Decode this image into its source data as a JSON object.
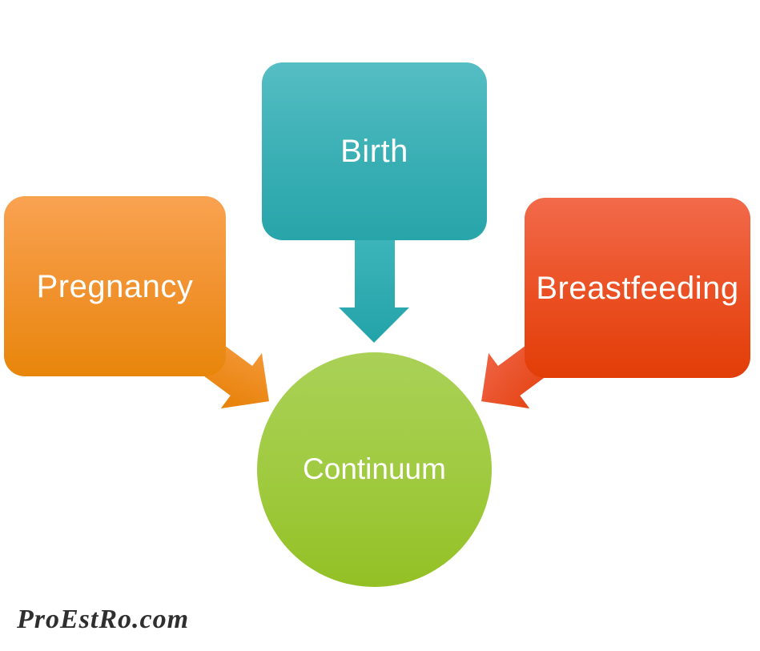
{
  "diagram": {
    "type": "converging-flow",
    "nodes": [
      {
        "id": "pregnancy",
        "label": "Pregnancy",
        "shape": "rounded-rect",
        "color_top": "#f9a251",
        "color_bottom": "#e8860a",
        "text_color": "#ffffff"
      },
      {
        "id": "birth",
        "label": "Birth",
        "shape": "rounded-rect",
        "color_top": "#55bec4",
        "color_bottom": "#28a5aa",
        "text_color": "#ffffff"
      },
      {
        "id": "breastfeeding",
        "label": "Breastfeeding",
        "shape": "rounded-rect",
        "color_top": "#f26a4b",
        "color_bottom": "#e23d07",
        "text_color": "#ffffff"
      },
      {
        "id": "continuum",
        "label": "Continuum",
        "shape": "circle",
        "color_top": "#aad157",
        "color_bottom": "#93c024",
        "text_color": "#ffffff"
      }
    ],
    "edges": [
      {
        "from": "pregnancy",
        "to": "continuum",
        "style": "block-arrow",
        "color": "#ef8d1c"
      },
      {
        "from": "birth",
        "to": "continuum",
        "style": "block-arrow",
        "color": "#2baaaf"
      },
      {
        "from": "breastfeeding",
        "to": "continuum",
        "style": "block-arrow",
        "color": "#e8502a"
      }
    ],
    "watermark": {
      "text": "ProEstRo.com",
      "color": "#2f2f2f"
    }
  }
}
